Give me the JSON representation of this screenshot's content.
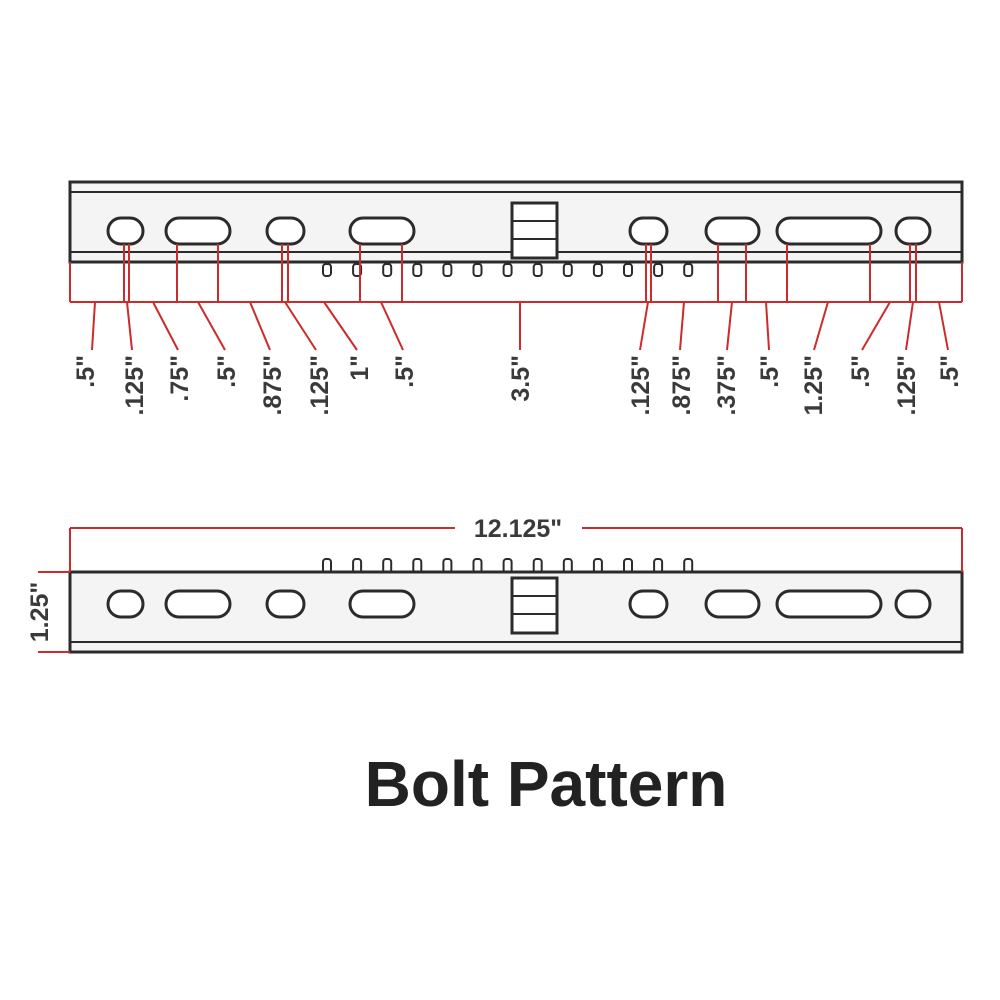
{
  "title": "Bolt Pattern",
  "colors": {
    "outline": "#2b2b2b",
    "dimension": "#cc2b2b",
    "rail_fill": "#f4f4f4",
    "text": "#3a3a3a"
  },
  "top_view": {
    "dimensions": [
      ".5\"",
      ".125\"",
      ".75\"",
      ".5\"",
      ".875\"",
      ".125\"",
      "1\"",
      ".5\"",
      "3.5\"",
      ".125\"",
      ".875\"",
      ".375\"",
      ".5\"",
      "1.25\"",
      ".5\"",
      ".125\"",
      ".5\""
    ]
  },
  "bottom_view": {
    "overall_length": "12.125\"",
    "height": "1.25\""
  }
}
